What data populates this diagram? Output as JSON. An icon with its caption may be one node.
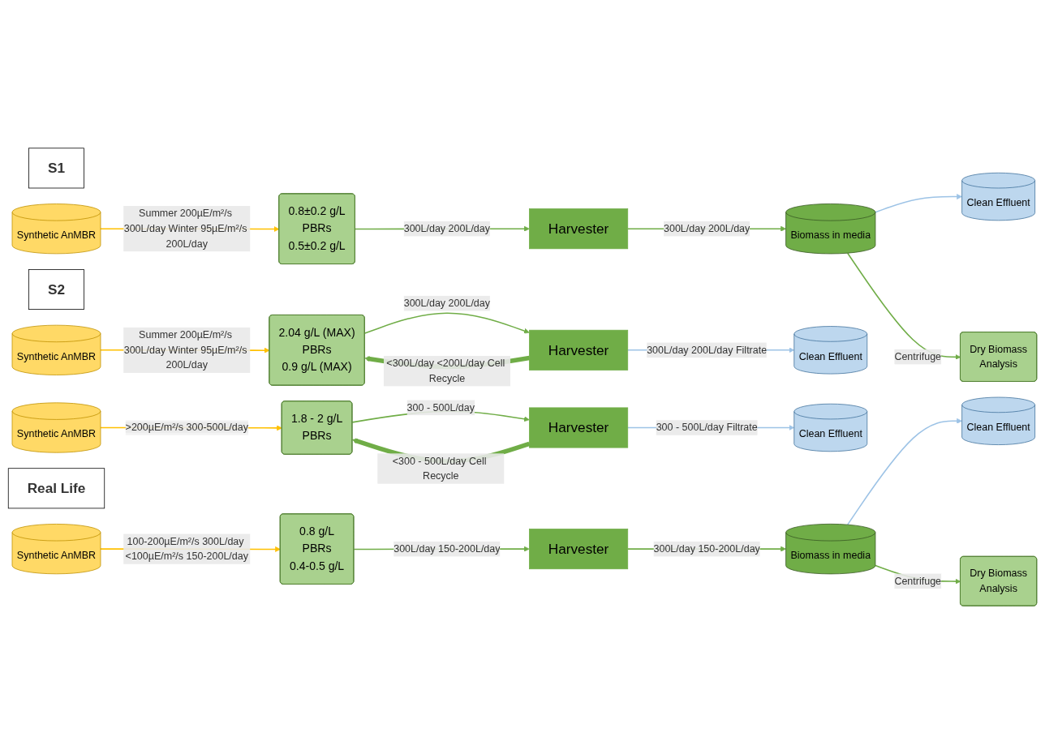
{
  "diagram": {
    "nodes": [
      {
        "text": [
          "S1"
        ]
      },
      {
        "text": [
          "Synthetic AnMBR"
        ]
      },
      {
        "text": [
          "0.8±0.2 g/L",
          "PBRs",
          "0.5±0.2 g/L"
        ]
      },
      {
        "text": [
          "Harvester"
        ]
      },
      {
        "text": [
          "Biomass in media"
        ]
      },
      {
        "text": [
          "Clean Effluent"
        ]
      },
      {
        "text": [
          "Dry Biomass",
          "Analysis"
        ]
      },
      {
        "text": [
          "S2"
        ]
      },
      {
        "text": [
          "Synthetic AnMBR"
        ]
      },
      {
        "text": [
          "2.04 g/L (MAX)",
          "PBRs",
          "0.9 g/L (MAX)"
        ]
      },
      {
        "text": [
          "Harvester"
        ]
      },
      {
        "text": [
          "Clean Effluent"
        ]
      },
      {
        "text": [
          "Synthetic AnMBR"
        ]
      },
      {
        "text": [
          "1.8 - 2 g/L",
          "PBRs"
        ]
      },
      {
        "text": [
          "Harvester"
        ]
      },
      {
        "text": [
          "Clean Effluent"
        ]
      },
      {
        "text": [
          "Real Life"
        ]
      },
      {
        "text": [
          "Synthetic AnMBR"
        ]
      },
      {
        "text": [
          "0.8 g/L",
          "PBRs",
          "0.4-0.5 g/L"
        ]
      },
      {
        "text": [
          "Harvester"
        ]
      },
      {
        "text": [
          "Biomass in media"
        ]
      },
      {
        "text": [
          "Clean Effluent"
        ]
      },
      {
        "text": [
          "Dry Biomass",
          "Analysis"
        ]
      }
    ],
    "edges": [
      {
        "from": 1,
        "to": 2,
        "arrow": "to",
        "label": "Summer 200µE/m²/s 300L/day Winter 95µE/m²/s 200L/day",
        "color": "#ffc000"
      },
      {
        "from": 2,
        "to": 3,
        "arrow": "to",
        "label": "300L/day 200L/day"
      },
      {
        "from": 3,
        "to": 4,
        "arrow": "to",
        "label": "300L/day 200L/day"
      },
      {
        "from": 4,
        "to": 5,
        "arrow": "to",
        "color": "#9dc3e6"
      },
      {
        "from": 4,
        "to": 6,
        "arrow": "to",
        "label": "Centrifuge"
      },
      {
        "from": 8,
        "to": 9,
        "arrow": "to",
        "label": "Summer 200µE/m²/s 300L/day Winter 95µE/m²/s 200L/day",
        "color": "#ffc000"
      },
      {
        "from": 9,
        "to": 10,
        "arrow": "to",
        "label": "300L/day 200L/day"
      },
      {
        "from": 10,
        "to": 11,
        "arrow": "to",
        "label": "300L/day 200L/day Filtrate",
        "color": "#9dc3e6"
      },
      {
        "from": 10,
        "to": 9,
        "arrow": "to",
        "label": "<300L/day <200L/day Cell Recycle",
        "style": "thick"
      },
      {
        "from": 12,
        "to": 13,
        "arrow": "to",
        "label": ">200µE/m²/s 300-500L/day",
        "color": "#ffc000"
      },
      {
        "from": 13,
        "to": 14,
        "arrow": "to",
        "label": "300 - 500L/day"
      },
      {
        "from": 14,
        "to": 15,
        "arrow": "to",
        "label": "300 - 500L/day Filtrate",
        "color": "#9dc3e6"
      },
      {
        "from": 14,
        "to": 13,
        "arrow": "to",
        "label": "<300 - 500L/day Cell Recycle",
        "style": "thick"
      },
      {
        "from": 17,
        "to": 18,
        "arrow": "to",
        "label": "100-200µE/m²/s 300L/day <100µE/m²/s 150-200L/day",
        "color": "#ffc000"
      },
      {
        "from": 18,
        "to": 19,
        "arrow": "to",
        "label": "300L/day 150-200L/day"
      },
      {
        "from": 19,
        "to": 20,
        "arrow": "to",
        "label": "300L/day 150-200L/day"
      },
      {
        "from": 20,
        "to": 21,
        "arrow": "to",
        "color": "#9dc3e6"
      },
      {
        "from": 20,
        "to": 22,
        "arrow": "to",
        "label": "Centrifuge"
      }
    ]
  }
}
